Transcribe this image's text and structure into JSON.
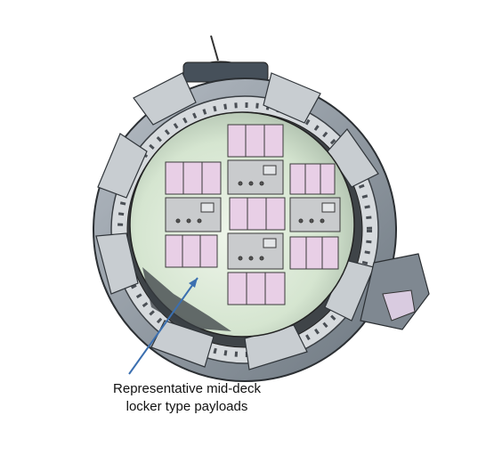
{
  "annotation": {
    "line1": "Representative mid-deck",
    "line2": "locker type payloads",
    "arrow_color": "#3b6fb0"
  },
  "colors": {
    "locker_fill": "#e8cfe6",
    "locker_stroke": "#3a3a3a",
    "hull_gray": "#9aa3ad",
    "interior": "#d7e6d4",
    "panel_gray": "#c9cbcd"
  },
  "payload_grid": {
    "rows": 5,
    "columns": 3,
    "types": [
      "locker",
      "avionics"
    ]
  }
}
